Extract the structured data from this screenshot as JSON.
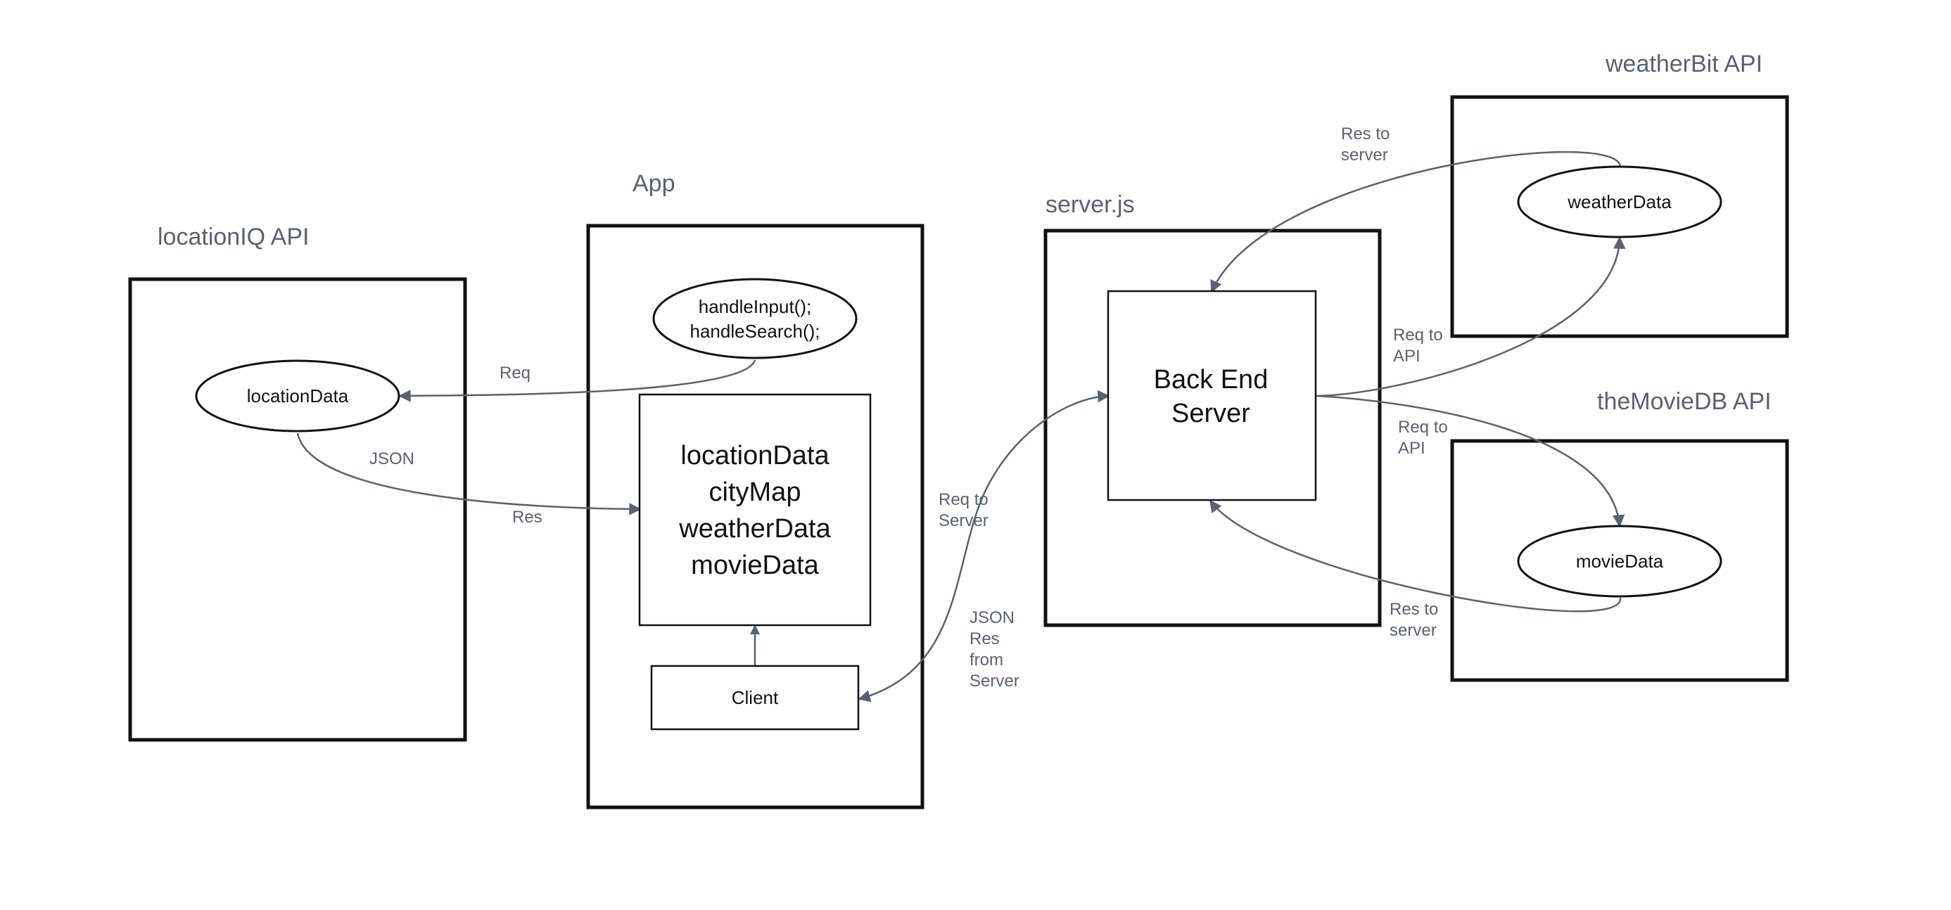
{
  "containers": {
    "location_api": {
      "title": "locationIQ API"
    },
    "app": {
      "title": "App"
    },
    "server": {
      "title": "server.js"
    },
    "weather_api": {
      "title": "weatherBit API"
    },
    "movie_api": {
      "title": "theMovieDB API"
    }
  },
  "nodes": {
    "location_data": "locationData",
    "handlers": [
      "handleInput();",
      "handleSearch();"
    ],
    "app_state": [
      "locationData",
      "cityMap",
      "weatherData",
      "movieData"
    ],
    "client": "Client",
    "backend": [
      "Back End",
      "Server"
    ],
    "weather_data": "weatherData",
    "movie_data": "movieData"
  },
  "edges": {
    "req_location": [
      "Req"
    ],
    "json_location": [
      "JSON"
    ],
    "res_location": [
      "Res"
    ],
    "req_server": [
      "Req to",
      "Server"
    ],
    "json_res_server": [
      "JSON",
      "Res",
      "from",
      "Server"
    ],
    "weather_res": [
      "Res to",
      "server"
    ],
    "weather_req": [
      "Req to",
      "API"
    ],
    "movie_req": [
      "Req to",
      "API"
    ],
    "movie_res": [
      "Res to",
      "server"
    ]
  },
  "colors": {
    "stroke": "#111111",
    "connector": "#5a6270",
    "label": "#5a6270"
  }
}
